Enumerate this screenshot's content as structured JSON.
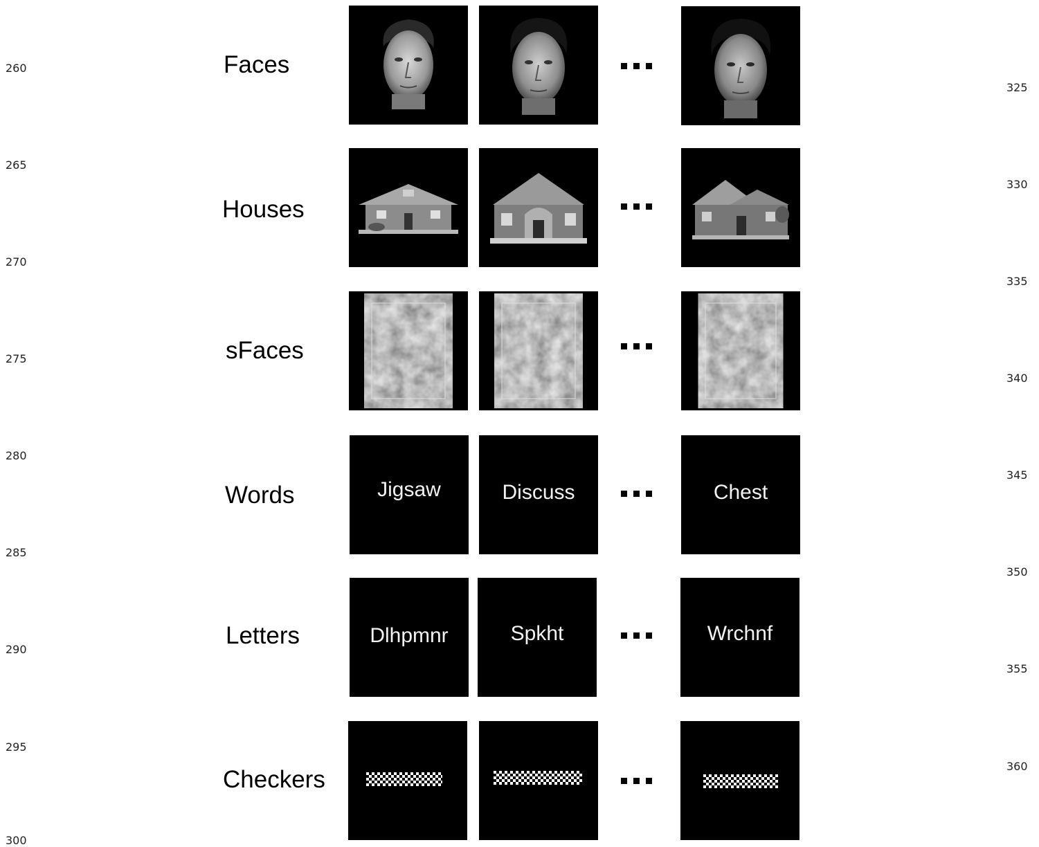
{
  "line_numbers": {
    "left": [
      "260",
      "265",
      "270",
      "275",
      "280",
      "285",
      "290",
      "295",
      "300"
    ],
    "right": [
      "325",
      "330",
      "335",
      "340",
      "345",
      "350",
      "355",
      "360"
    ]
  },
  "rows": [
    {
      "label": "Faces",
      "panels": [
        {
          "text": ""
        },
        {
          "text": ""
        },
        {
          "text": ""
        }
      ]
    },
    {
      "label": "Houses",
      "panels": [
        {
          "text": ""
        },
        {
          "text": ""
        },
        {
          "text": ""
        }
      ]
    },
    {
      "label": "sFaces",
      "panels": [
        {
          "text": ""
        },
        {
          "text": ""
        },
        {
          "text": ""
        }
      ]
    },
    {
      "label": "Words",
      "panels": [
        {
          "text": "Jigsaw"
        },
        {
          "text": "Discuss"
        },
        {
          "text": "Chest"
        }
      ]
    },
    {
      "label": "Letters",
      "panels": [
        {
          "text": "Dlhpmnr"
        },
        {
          "text": "Spkht"
        },
        {
          "text": "Wrchnf"
        }
      ]
    },
    {
      "label": "Checkers",
      "panels": [
        {
          "text": ""
        },
        {
          "text": ""
        },
        {
          "text": ""
        }
      ]
    }
  ],
  "colors": {
    "background": "#ffffff",
    "panel": "#000000",
    "text": "#000000"
  }
}
